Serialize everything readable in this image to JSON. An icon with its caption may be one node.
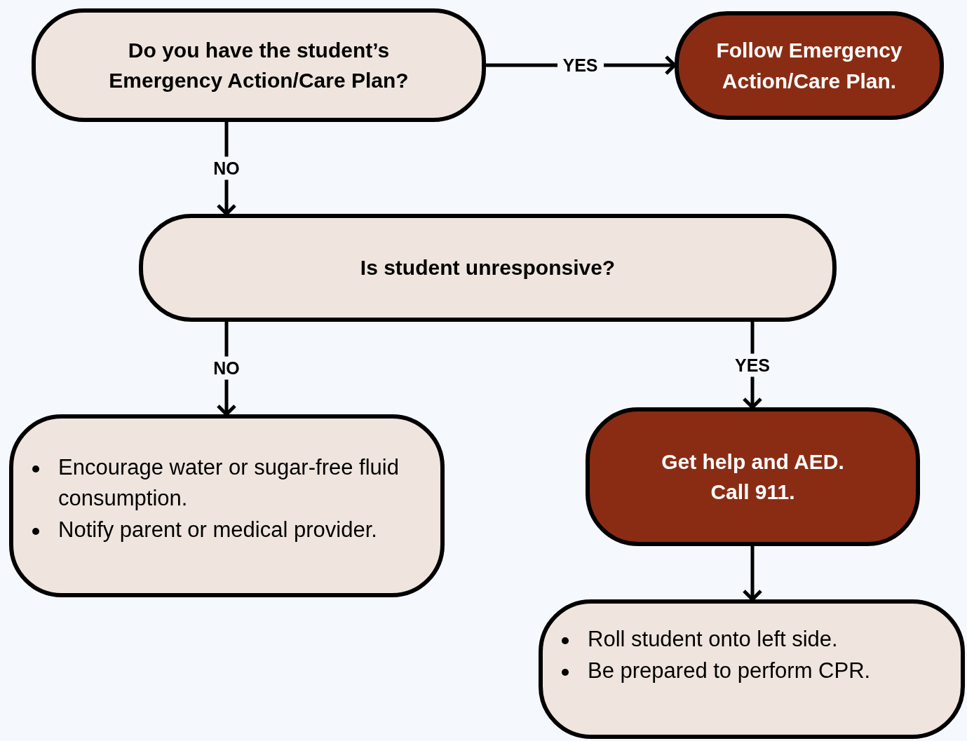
{
  "diagram": {
    "nodes": [
      {
        "text": [
          "Do you have the student’s Emergency Action/Care Plan?"
        ]
      },
      {
        "text": [
          "Follow Emergency Action/Care Plan."
        ]
      },
      {
        "text": [
          "Is student unresponsive?"
        ]
      },
      {
        "text": [
          "Encourage water or sugar-free fluid consumption.",
          "Notify parent or medical provider."
        ]
      },
      {
        "text": [
          "Get help and AED. Call 911."
        ]
      },
      {
        "text": [
          "Roll student onto left side.",
          "Be prepared to perform CPR."
        ]
      }
    ],
    "edges": [
      {
        "from": 0,
        "to": 1,
        "arrow": "to",
        "label": "YES"
      },
      {
        "from": 0,
        "to": 2,
        "arrow": "to",
        "label": "NO"
      },
      {
        "from": 2,
        "to": 3,
        "arrow": "to",
        "label": "NO"
      },
      {
        "from": 2,
        "to": 4,
        "arrow": "to",
        "label": "YES"
      },
      {
        "from": 4,
        "to": 5,
        "arrow": "to"
      }
    ]
  }
}
